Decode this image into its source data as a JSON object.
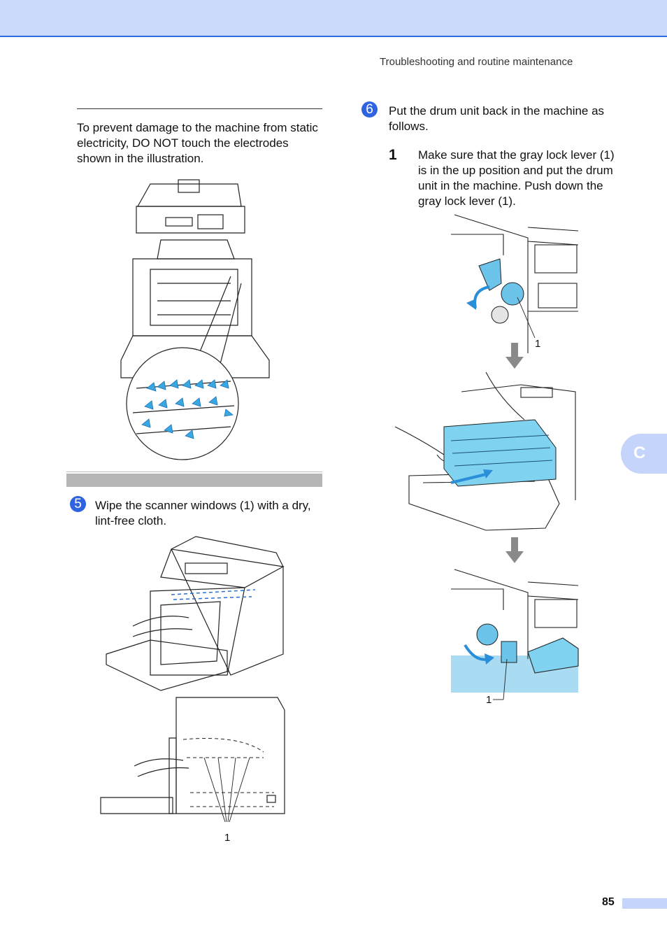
{
  "header": {
    "section_title": "Troubleshooting and routine maintenance"
  },
  "caution": {
    "text": "To prevent damage to the machine from static electricity, DO NOT touch the electrodes shown in the illustration."
  },
  "steps": [
    {
      "number": "5",
      "text": "Wipe the scanner windows (1) with a dry, lint-free cloth."
    },
    {
      "number": "6",
      "text": "Put the drum unit back in the machine as follows."
    }
  ],
  "substeps": [
    {
      "number": "1",
      "text": "Make sure that the gray lock lever (1) is in the up position and put the drum unit in the machine. Push down the gray lock lever (1)."
    }
  ],
  "callouts": {
    "scanner_window": "1",
    "lever_up": "1",
    "lever_down": "1"
  },
  "side_tab": {
    "letter": "C"
  },
  "footer": {
    "page_number": "85"
  },
  "colors": {
    "accent_blue": "#2f63e0",
    "header_band": "#cdd9fb",
    "highlight_cyan": "#7fd3f0"
  }
}
